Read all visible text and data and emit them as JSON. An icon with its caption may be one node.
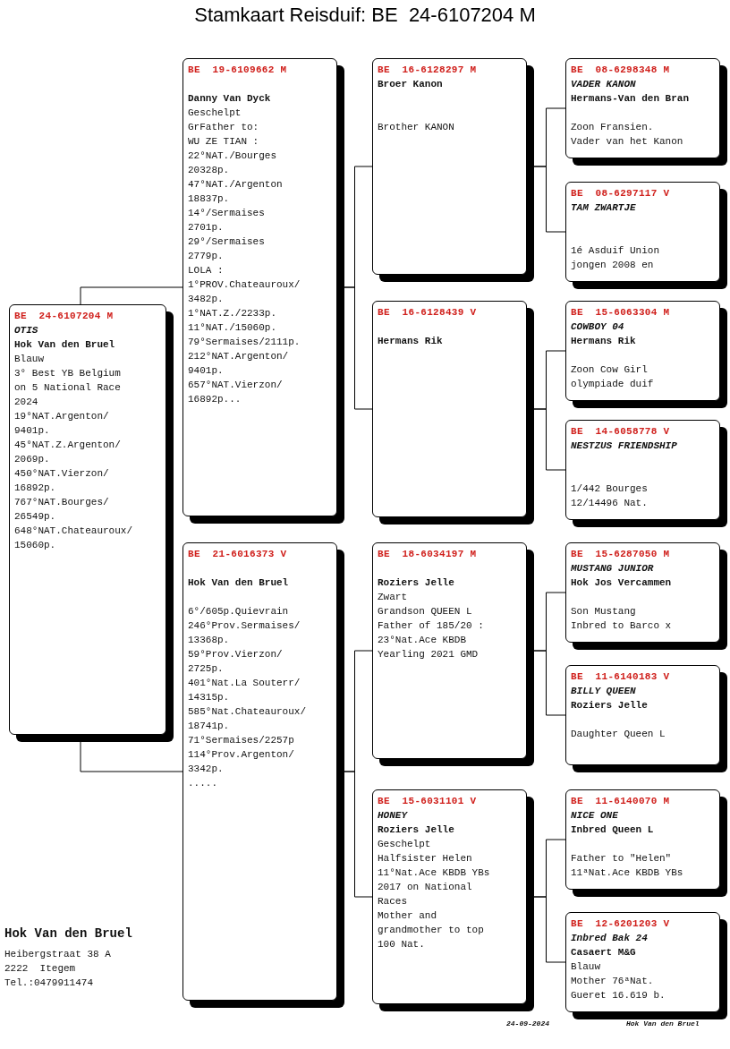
{
  "diagram": {
    "title": "Stamkaart Reisduif: BE  24-6107204 M",
    "nodes": [
      {
        "text": [
          "BE  24-6107204 M",
          "OTIS",
          "Hok Van den Bruel",
          "Blauw",
          "3° Best YB Belgium",
          "on 5 National Race",
          "2024",
          "19°NAT.Argenton/",
          "9401p.",
          "45°NAT.Z.Argenton/",
          "2069p.",
          "450°NAT.Vierzon/",
          "16892p.",
          "767°NAT.Bourges/",
          "26549p.",
          "648°NAT.Chateauroux/",
          "15060p."
        ]
      },
      {
        "text": [
          "BE  19-6109662 M",
          "Danny Van Dyck",
          "Geschelpt",
          "GrFather to:",
          "WU ZE TIAN :",
          "22°NAT./Bourges",
          "20328p.",
          "47°NAT./Argenton",
          "18837p.",
          "14°/Sermaises",
          "2701p.",
          "29°/Sermaises",
          "2779p.",
          "LOLA :",
          "1°PROV.Chateauroux/",
          "3482p.",
          "1°NAT.Z./2233p.",
          "11°NAT./15060p.",
          "79°Sermaises/2111p.",
          "212°NAT.Argenton/",
          "9401p.",
          "657°NAT.Vierzon/",
          "16892p..."
        ]
      },
      {
        "text": [
          "BE  21-6016373 V",
          "Hok Van den Bruel",
          "6°/605p.Quievrain",
          "246°Prov.Sermaises/",
          "13368p.",
          "59°Prov.Vierzon/",
          "2725p.",
          "401°Nat.La Souterr/",
          "14315p.",
          "585°Nat.Chateauroux/",
          "18741p.",
          "71°Sermaises/2257p",
          "114°Prov.Argenton/",
          "3342p.",
          "....."
        ]
      },
      {
        "text": [
          "BE  16-6128297 M",
          "Broer Kanon",
          "Brother KANON"
        ]
      },
      {
        "text": [
          "BE  16-6128439 V",
          "Hermans Rik"
        ]
      },
      {
        "text": [
          "BE  18-6034197 M",
          "Roziers Jelle",
          "Zwart",
          "Grandson QUEEN L",
          "Father of 185/20 :",
          "23°Nat.Ace KBDB",
          "Yearling 2021 GMD"
        ]
      },
      {
        "text": [
          "BE  15-6031101 V",
          "HONEY",
          "Roziers Jelle",
          "Geschelpt",
          "Halfsister Helen",
          "11°Nat.Ace KBDB YBs",
          "2017 on National",
          "Races",
          "Mother and",
          "grandmother to top",
          "100 Nat."
        ]
      },
      {
        "text": [
          "BE  08-6298348 M",
          "VADER KANON",
          "Hermans-Van den Bran",
          "Zoon Fransien.",
          "Vader van het Kanon"
        ]
      },
      {
        "text": [
          "BE  08-6297117 V",
          "TAM ZWARTJE",
          "1é Asduif Union",
          "jongen 2008 en"
        ]
      },
      {
        "text": [
          "BE  15-6063304 M",
          "COWBOY 04",
          "Hermans Rik",
          "Zoon Cow Girl",
          "olympiade duif"
        ]
      },
      {
        "text": [
          "BE  14-6058778 V",
          "NESTZUS FRIENDSHIP",
          "1/442 Bourges",
          "12/14496 Nat."
        ]
      },
      {
        "text": [
          "BE  15-6287050 M",
          "MUSTANG JUNIOR",
          "Hok Jos Vercammen",
          "Son Mustang",
          "Inbred to Barco x"
        ]
      },
      {
        "text": [
          "BE  11-6140183 V",
          "BILLY QUEEN",
          "Roziers Jelle",
          "Daughter Queen L"
        ]
      },
      {
        "text": [
          "BE  11-6140070 M",
          "NICE ONE",
          "Inbred Queen L",
          "Father to \"Helen\"",
          "11ᵃNat.Ace KBDB YBs"
        ]
      },
      {
        "text": [
          "BE  12-6201203 V",
          "Inbred Bak 24",
          "Casaert M&G",
          "Blauw",
          "Mother 76ᵃNat.",
          "Gueret 16.619 b."
        ]
      }
    ],
    "edges": [
      {
        "from": 0,
        "to": 1,
        "arrow": "none"
      },
      {
        "from": 0,
        "to": 2,
        "arrow": "none"
      },
      {
        "from": 1,
        "to": 3,
        "arrow": "none"
      },
      {
        "from": 1,
        "to": 4,
        "arrow": "none"
      },
      {
        "from": 2,
        "to": 5,
        "arrow": "none"
      },
      {
        "from": 2,
        "to": 6,
        "arrow": "none"
      },
      {
        "from": 3,
        "to": 7,
        "arrow": "none"
      },
      {
        "from": 3,
        "to": 8,
        "arrow": "none"
      },
      {
        "from": 4,
        "to": 9,
        "arrow": "none"
      },
      {
        "from": 4,
        "to": 10,
        "arrow": "none"
      },
      {
        "from": 5,
        "to": 11,
        "arrow": "none"
      },
      {
        "from": 5,
        "to": 12,
        "arrow": "none"
      },
      {
        "from": 6,
        "to": 13,
        "arrow": "none"
      },
      {
        "from": 6,
        "to": 14,
        "arrow": "none"
      }
    ],
    "labels": [
      "Hok Van den Bruel",
      "Heibergstraat 38 A",
      "2222  Itegem",
      "Tel.:0479911474",
      "24-09-2024",
      "Hok Van den Bruel"
    ]
  }
}
